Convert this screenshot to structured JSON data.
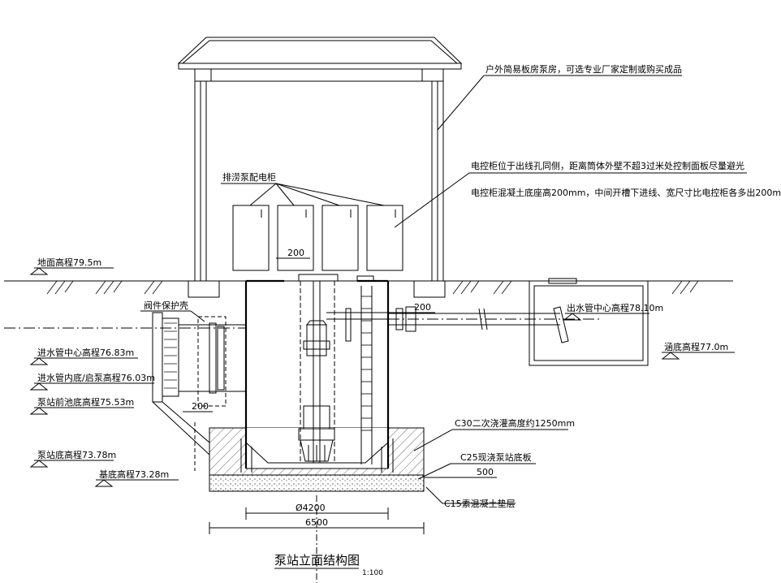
{
  "diagram": {
    "title": "泵站立面结构图",
    "scale": "1:100",
    "annotations": {
      "house_note": "户外简易板房泵房，可选专业厂家定制或购买成品",
      "cabinet_note_1": "电控柜位于出线孔同侧，距离筒体外壁不超3过米处控制面板尽量避光",
      "cabinet_note_2": "电控柜混凝土底座高200mm，中间开槽下进线、宽尺寸比电控柜各多出200mm",
      "cabinet_label": "排涝泵配电柜",
      "valve_cover": "阀件保护壳",
      "c30_note": "C30二次浇灌高度约1250mm",
      "c25_note": "C25现浇泵站底板",
      "c15_note": "C15素混凝土垫层",
      "outlet_center": "出水管中心高程78.10m",
      "culvert_bottom": "涵底高程77.0m"
    },
    "elevations": {
      "ground": "地面高程79.5m",
      "inlet_center": "进水管中心高程76.83m",
      "inlet_bottom": "进水管内底/启泵高程76.03m",
      "front_pool_bottom": "泵站前池底高程75.53m",
      "station_bottom": "泵站底高程73.78m",
      "base_bottom": "基底高程73.28m"
    },
    "dimensions": {
      "d200_top": "200",
      "d200_outlet": "200",
      "d200_inlet": "200",
      "d500": "500",
      "d4200": "Ø4200",
      "d6500": "6500"
    }
  }
}
